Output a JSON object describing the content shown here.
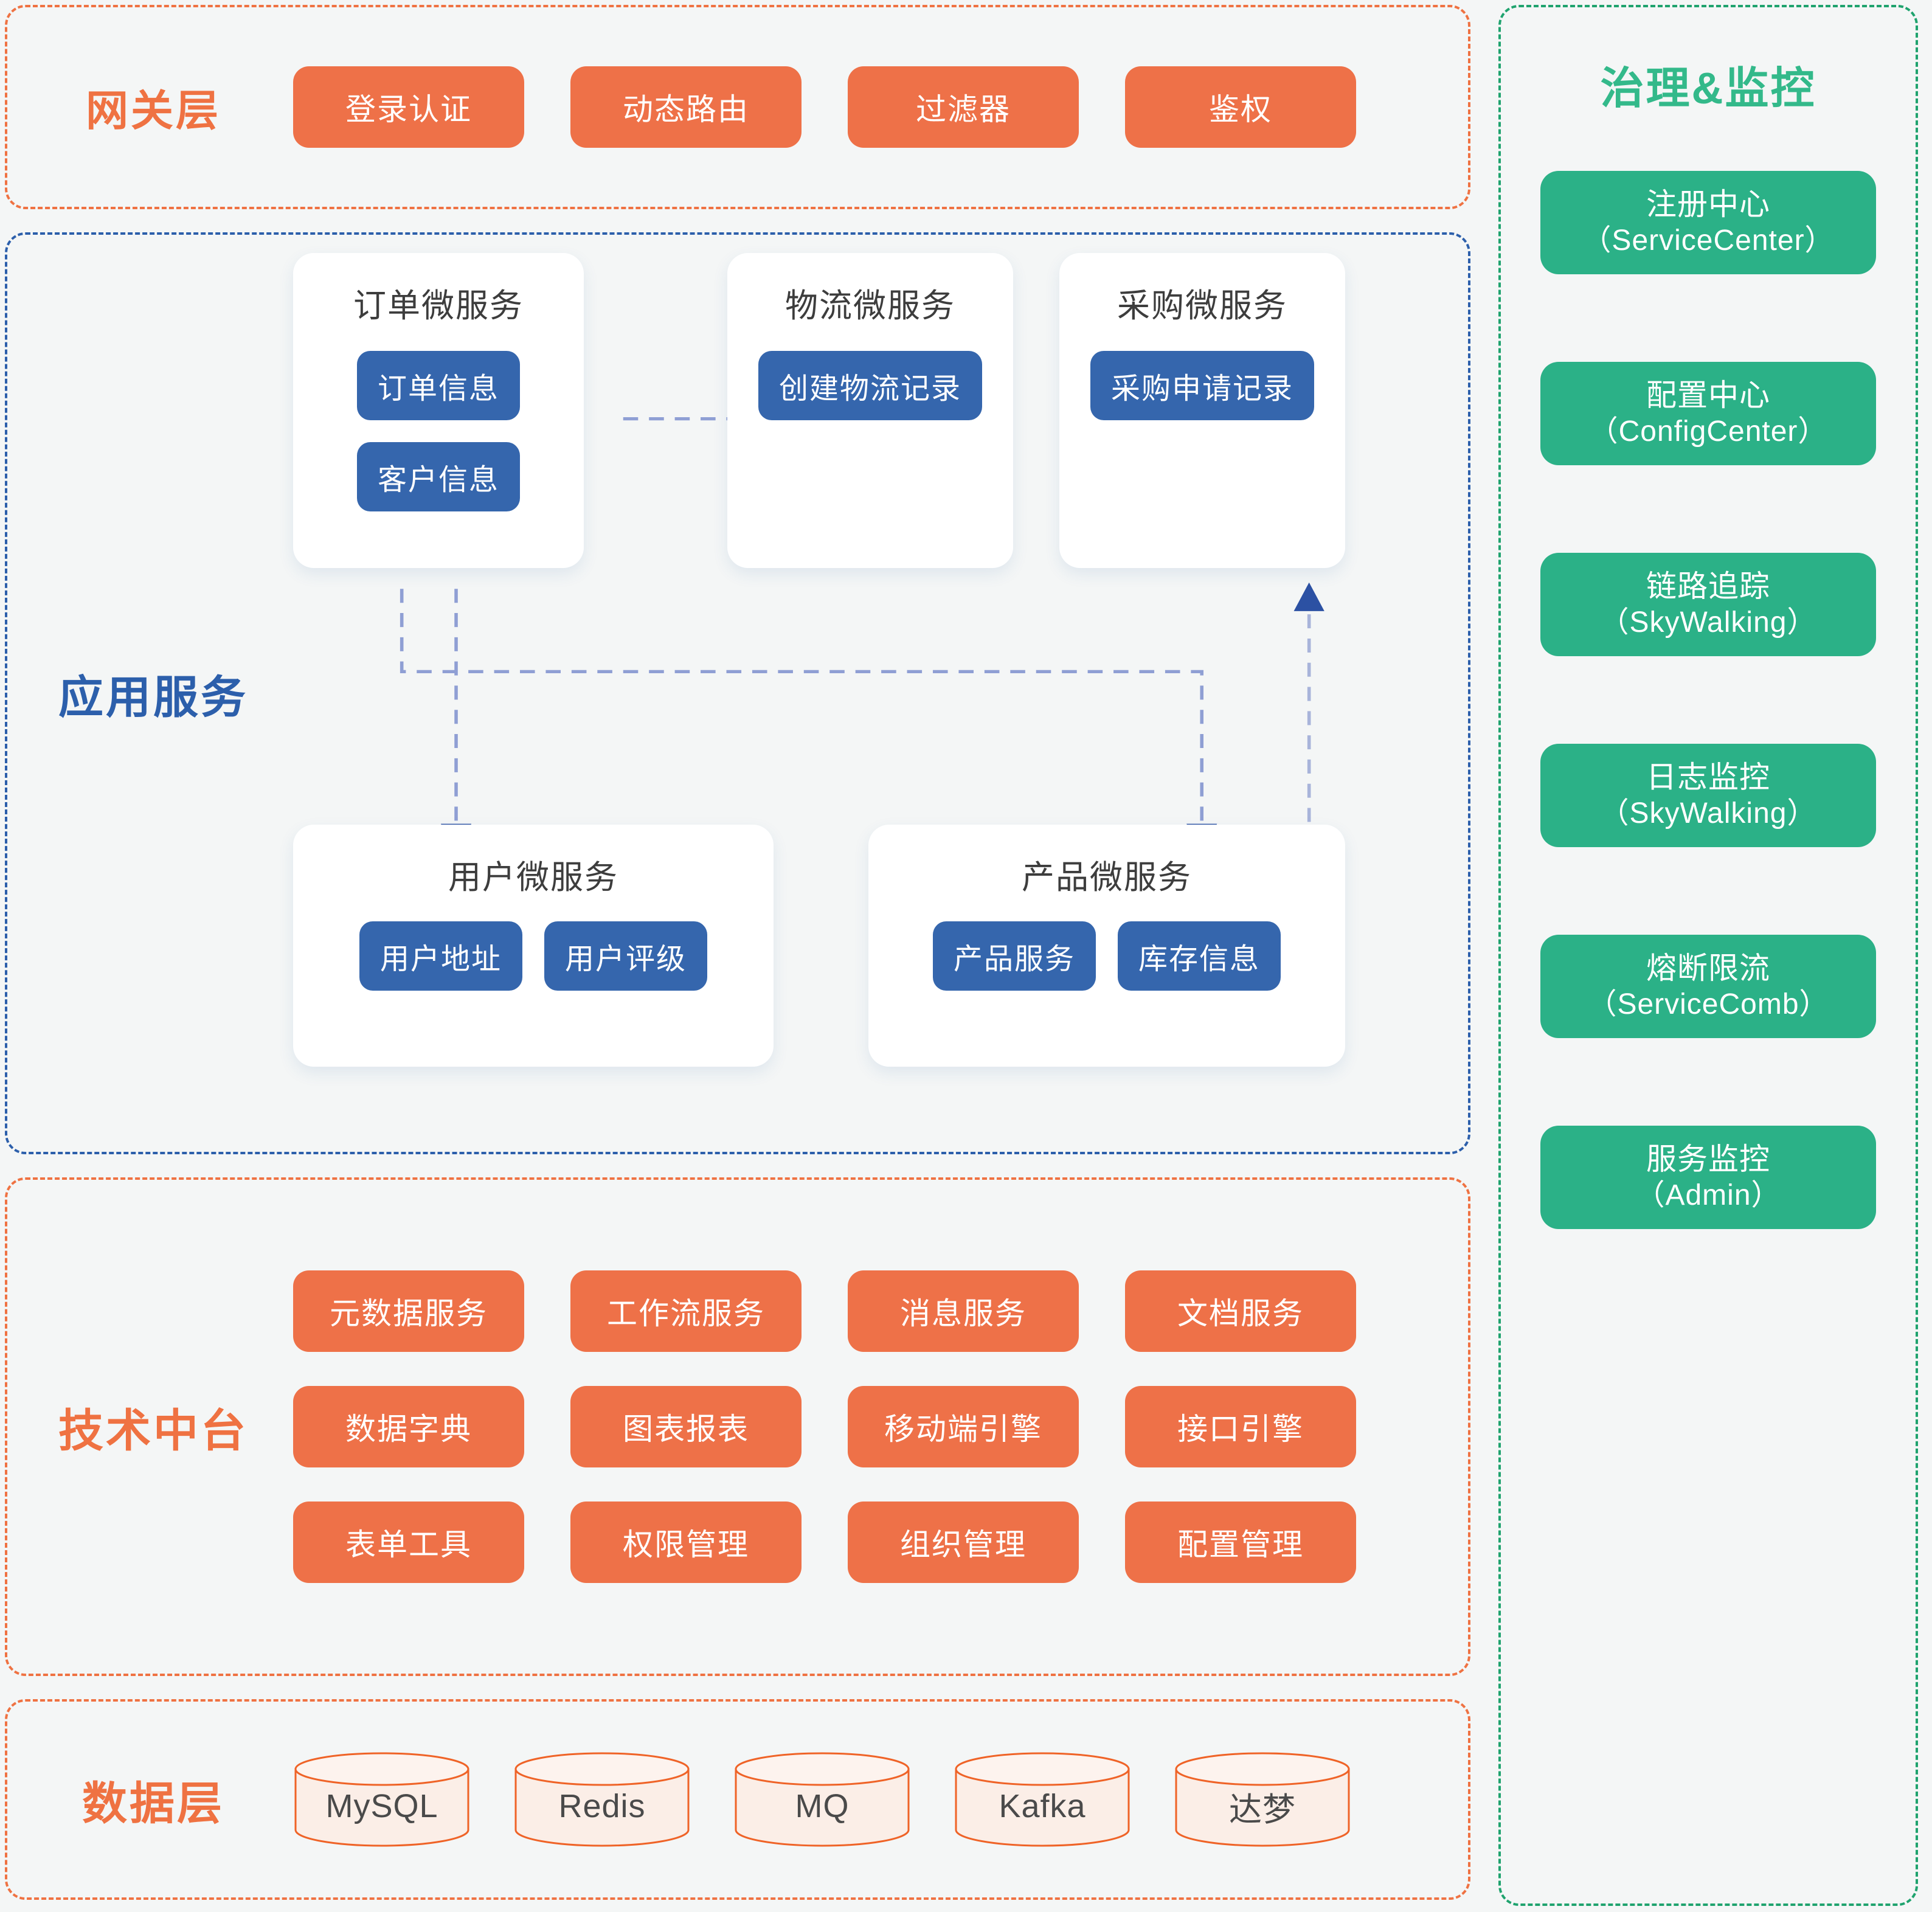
{
  "colors": {
    "orange": "#ee7148",
    "blue": "#3566ad",
    "blue_label": "#2c5fab",
    "green": "#2bb187",
    "green_title": "#33b98a",
    "background": "#f4f6f6",
    "card_white": "#ffffff",
    "db_fill": "#fbeee7",
    "db_stroke": "#ef6327"
  },
  "gateway": {
    "label": "网关层",
    "items": [
      {
        "label": "登录认证"
      },
      {
        "label": "动态路由"
      },
      {
        "label": "过滤器"
      },
      {
        "label": "鉴权"
      }
    ]
  },
  "application": {
    "label": "应用服务",
    "cards": [
      {
        "title": "订单微服务",
        "chips": [
          "订单信息",
          "客户信息"
        ]
      },
      {
        "title": "物流微服务",
        "chips": [
          "创建物流记录"
        ]
      },
      {
        "title": "采购微服务",
        "chips": [
          "采购申请记录"
        ]
      },
      {
        "title": "用户微服务",
        "chips": [
          "用户地址",
          "用户评级"
        ]
      },
      {
        "title": "产品微服务",
        "chips": [
          "产品服务",
          "库存信息"
        ]
      }
    ],
    "connections": [
      {
        "from": "订单微服务",
        "to": "物流微服务",
        "style": "dashed-arrow-right"
      },
      {
        "from": "订单微服务",
        "to": "用户微服务",
        "style": "dashed-arrow-down"
      },
      {
        "from": "订单微服务",
        "to": "产品微服务",
        "style": "dashed-arrow-down"
      },
      {
        "from": "产品微服务",
        "to": "采购微服务",
        "style": "dashed-arrow-up"
      }
    ]
  },
  "tech_platform": {
    "label": "技术中台",
    "items": [
      {
        "label": "元数据服务"
      },
      {
        "label": "工作流服务"
      },
      {
        "label": "消息服务"
      },
      {
        "label": "文档服务"
      },
      {
        "label": "数据字典"
      },
      {
        "label": "图表报表"
      },
      {
        "label": "移动端引擎"
      },
      {
        "label": "接口引擎"
      },
      {
        "label": "表单工具"
      },
      {
        "label": "权限管理"
      },
      {
        "label": "组织管理"
      },
      {
        "label": "配置管理"
      }
    ]
  },
  "data_layer": {
    "label": "数据层",
    "databases": [
      {
        "name": "MySQL"
      },
      {
        "name": "Redis"
      },
      {
        "name": "MQ"
      },
      {
        "name": "Kafka"
      },
      {
        "name": "达梦"
      }
    ]
  },
  "governance": {
    "title": "治理&监控",
    "items": [
      {
        "cn": "注册中心",
        "en": "（ServiceCenter）"
      },
      {
        "cn": "配置中心",
        "en": "（ConfigCenter）"
      },
      {
        "cn": "链路追踪",
        "en": "（SkyWalking）"
      },
      {
        "cn": "日志监控",
        "en": "（SkyWalking）"
      },
      {
        "cn": "熔断限流",
        "en": "（ServiceComb）"
      },
      {
        "cn": "服务监控",
        "en": "（Admin）"
      }
    ]
  }
}
